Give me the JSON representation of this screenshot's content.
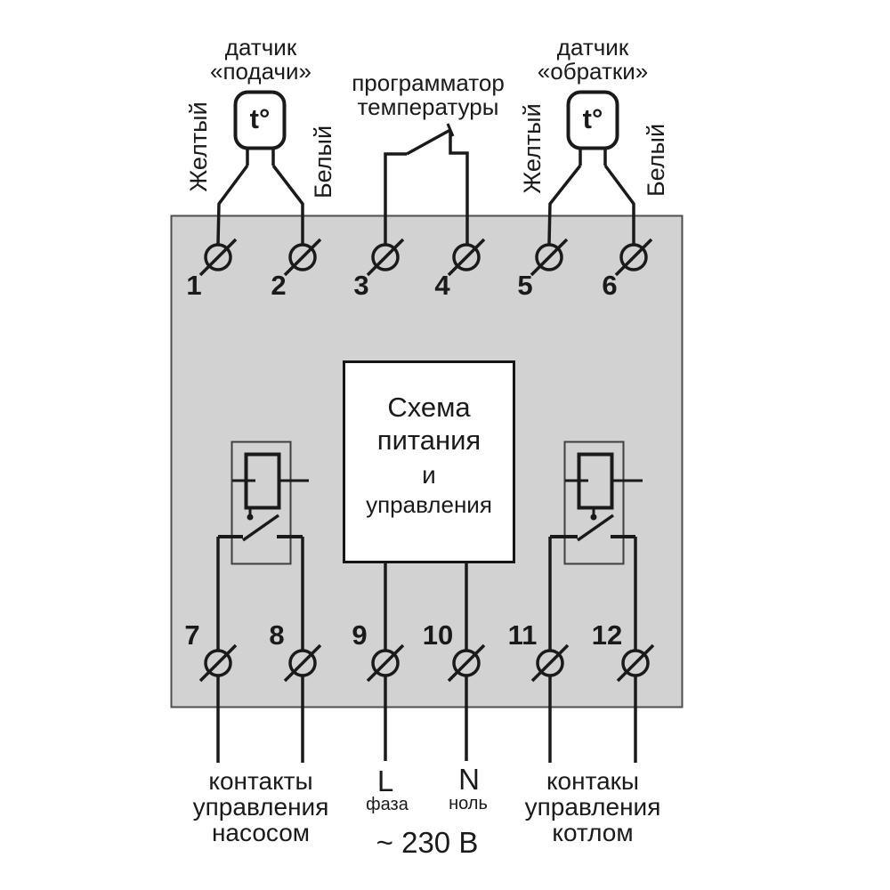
{
  "colors": {
    "device_fill": "#d2d2d2",
    "device_border": "#4e4e4e",
    "line": "#1a1a1a",
    "panel_fill": "#ffffff",
    "background": "#ffffff"
  },
  "sensors": {
    "supply": {
      "title_line1": "датчик",
      "title_line2": "«подачи»",
      "icon_text": "t°",
      "left_wire": "Желтый",
      "right_wire": "Белый"
    },
    "return": {
      "title_line1": "датчик",
      "title_line2": "«обратки»",
      "icon_text": "t°",
      "left_wire": "Желтый",
      "right_wire": "Белый"
    }
  },
  "programmer": {
    "title_line1": "программатор",
    "title_line2": "температуры"
  },
  "terminals": {
    "top": [
      "1",
      "2",
      "3",
      "4",
      "5",
      "6"
    ],
    "bottom": [
      "7",
      "8",
      "9",
      "10",
      "11",
      "12"
    ]
  },
  "center_box": {
    "lines": [
      "Схема",
      "питания",
      "и",
      "управления"
    ]
  },
  "power": {
    "phase_letter": "L",
    "phase_word": "фаза",
    "neutral_letter": "N",
    "neutral_word": "ноль",
    "voltage": "~ 230 В"
  },
  "outputs": {
    "pump": {
      "lines": [
        "контакты",
        "управления",
        "насосом"
      ]
    },
    "boiler": {
      "lines": [
        "контакы",
        "управления",
        "котлом"
      ]
    }
  }
}
